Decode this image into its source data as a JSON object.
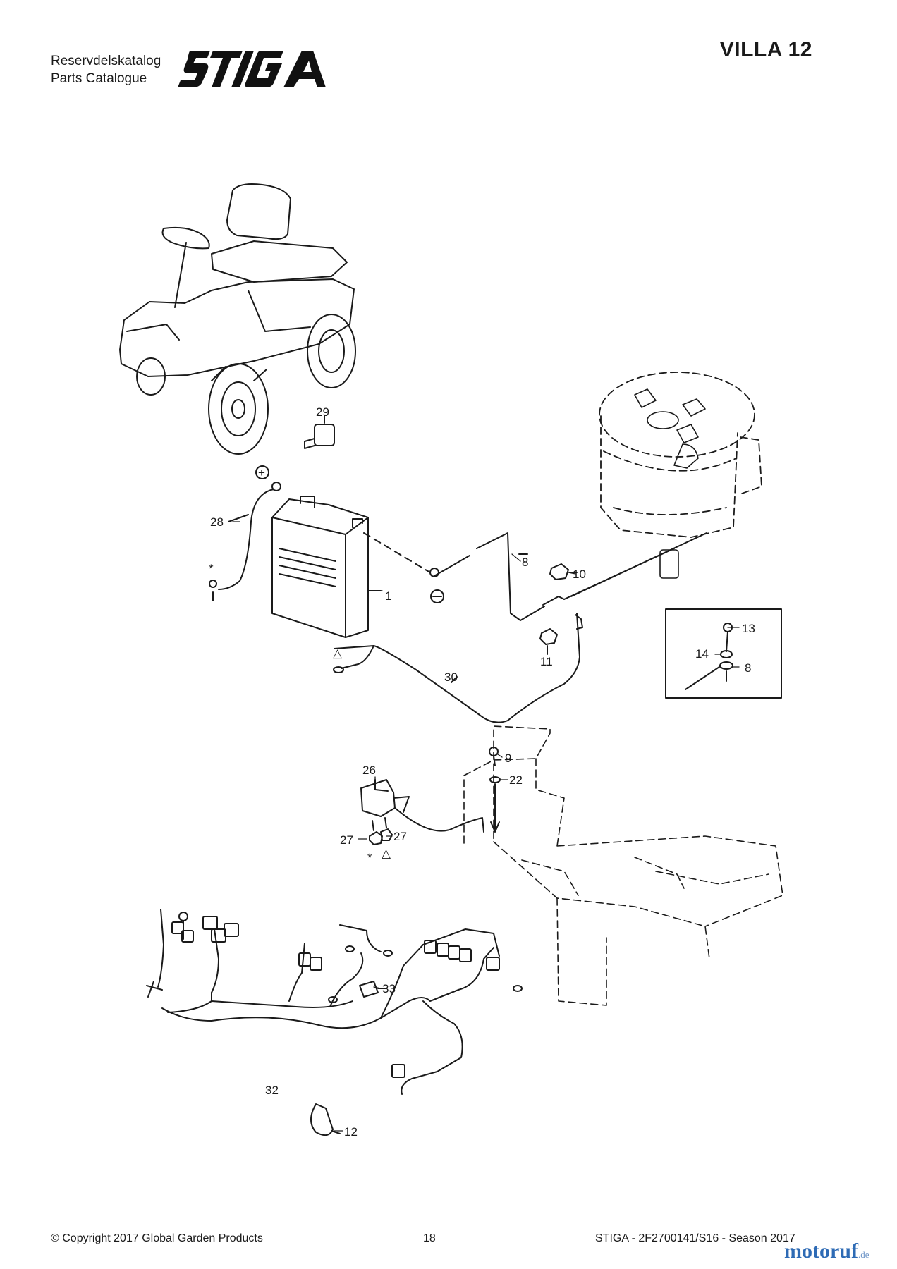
{
  "header": {
    "catalog_line_1": "Reservdelskatalog",
    "catalog_line_2": "Parts Catalogue",
    "brand": "STIGA",
    "model": "VILLA 12"
  },
  "parts": {
    "p1": "1",
    "p8a": "8",
    "p8b": "8",
    "p9": "9",
    "p10": "10",
    "p11": "11",
    "p12": "12",
    "p13": "13",
    "p14": "14",
    "p22": "22",
    "p26": "26",
    "p27a": "27",
    "p27b": "27",
    "p28": "28",
    "p29": "29",
    "p30": "30",
    "p32": "32",
    "p33": "33"
  },
  "symbols": {
    "positive": "+",
    "negative": "−",
    "asterisk": "*",
    "triangle": "△"
  },
  "footer": {
    "copyright": "© Copyright 2017 Global Garden Products",
    "page_number": "18",
    "doc_ref": "STIGA - 2F2700141/S16 - Season 2017"
  },
  "watermark": {
    "text": "motoruf",
    "suffix": ".de"
  },
  "colors": {
    "text": "#1a1a1a",
    "rule": "#444444",
    "watermark": "#2e6bb5"
  }
}
